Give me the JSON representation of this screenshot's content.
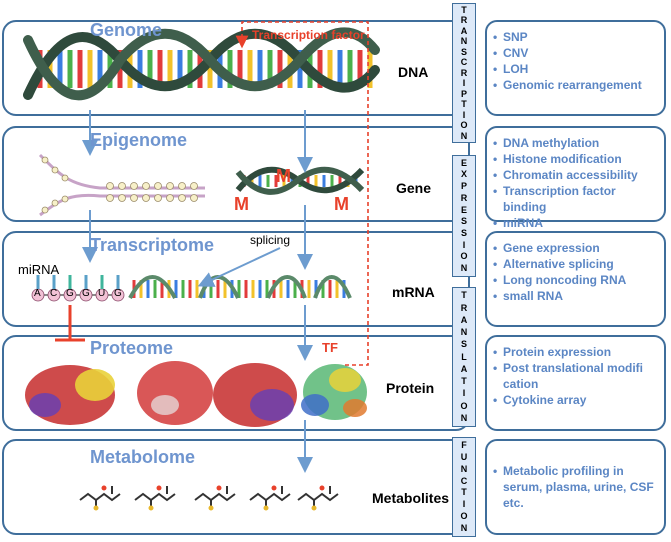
{
  "panels": [
    {
      "omics": "Genome",
      "level": "DNA"
    },
    {
      "omics": "Epigenome",
      "level": "Gene"
    },
    {
      "omics": "Transcriptome",
      "level": "mRNA"
    },
    {
      "omics": "Proteome",
      "level": "Protein"
    },
    {
      "omics": "Metabolome",
      "level": "Metabolites"
    }
  ],
  "stages": {
    "transcription": [
      "T",
      "R",
      "A",
      "N",
      "S",
      "C",
      "R",
      "I",
      "P",
      "T",
      "I",
      "O",
      "N"
    ],
    "expression": [
      "E",
      "X",
      "P",
      "R",
      "E",
      "S",
      "S",
      "I",
      "O",
      "N"
    ],
    "translation": [
      "T",
      "R",
      "A",
      "N",
      "S",
      "L",
      "A",
      "T",
      "I",
      "O",
      "N"
    ],
    "function": [
      "F",
      "U",
      "N",
      "C",
      "T",
      "I",
      "O",
      "N"
    ]
  },
  "notes": {
    "genome": [
      "SNP",
      "CNV",
      "LOH",
      "Genomic rearrangement"
    ],
    "epigenome": [
      "DNA methylation",
      "Histone modification",
      "Chromatin accessibility",
      "Transcription factor binding",
      "miRNA"
    ],
    "transcriptome": [
      "Gene expression",
      "Alternative splicing",
      "Long noncoding RNA",
      "small RNA"
    ],
    "proteome": [
      "Protein expression",
      "Post translational modifi cation",
      "Cytokine array"
    ],
    "metabolome": [
      "Metabolic profiling in serum, plasma, urine, CSF etc."
    ]
  },
  "annotations": {
    "transcription_factor": "Transcription factor",
    "methyl_mark": "M",
    "splicing": "splicing",
    "mirna": "miRNA",
    "mirna_bases": [
      "A",
      "C",
      "G",
      "G",
      "U",
      "G"
    ],
    "tf": "TF"
  },
  "colors": {
    "frame": "#3f6e9b",
    "title": "#6f95cf",
    "note_text": "#5b86c4",
    "arrow": "#6d9ccf",
    "red": "#e8412b",
    "helix_backbone": "#2f4a3c",
    "stage_fill": "#dde9f8"
  }
}
